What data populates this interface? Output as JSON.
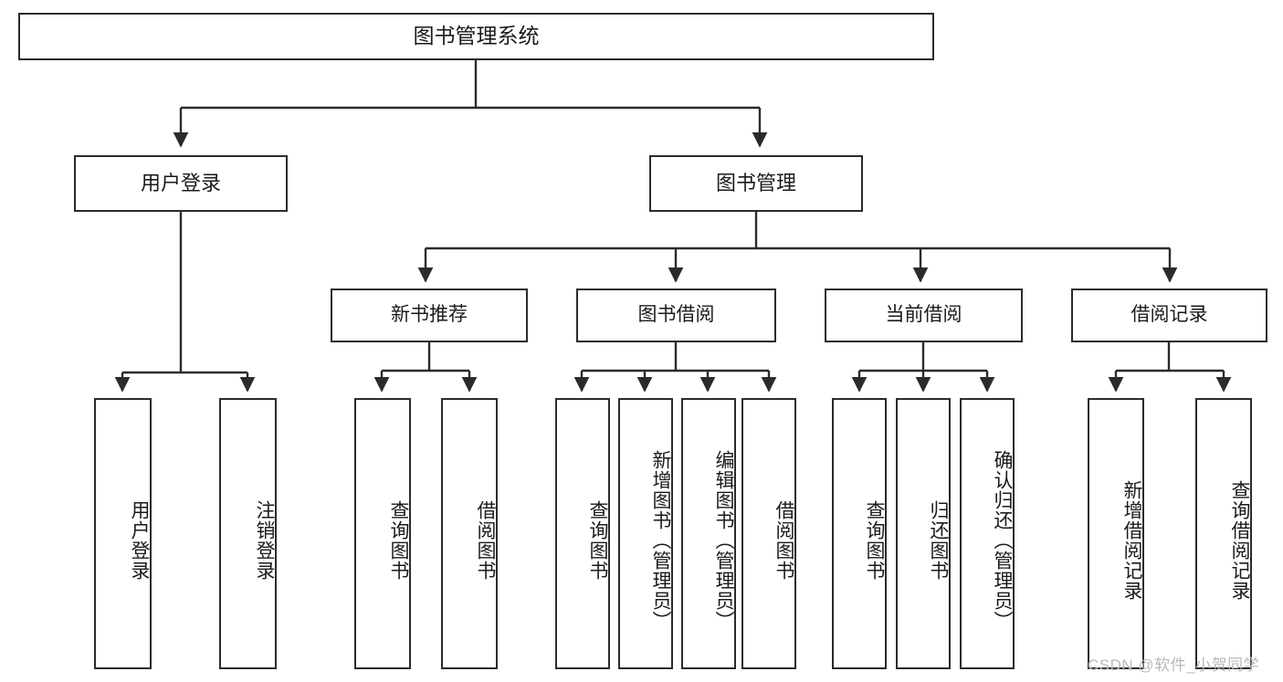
{
  "diagram": {
    "title": "图书管理系统",
    "type": "tree-hierarchy",
    "colors": {
      "box_border": "#2b2b2b",
      "box_fill": "#ffffff",
      "connector": "#2b2b2b",
      "text": "#1a1a1a",
      "watermark": "#b9b9b9"
    },
    "root": {
      "label": "图书管理系统"
    },
    "level2": [
      {
        "label": "用户登录"
      },
      {
        "label": "图书管理"
      }
    ],
    "level3": [
      {
        "label": "新书推荐"
      },
      {
        "label": "图书借阅"
      },
      {
        "label": "当前借阅"
      },
      {
        "label": "借阅记录"
      }
    ],
    "leaves": {
      "user_login": [
        {
          "label": "用户登录"
        },
        {
          "label": "注销登录"
        }
      ],
      "new_book_recommend": [
        {
          "label": "查询图书"
        },
        {
          "label": "借阅图书"
        }
      ],
      "book_borrow": [
        {
          "label": "查询图书"
        },
        {
          "label": "新增图书（管理员）"
        },
        {
          "label": "编辑图书（管理员）"
        },
        {
          "label": "借阅图书"
        }
      ],
      "current_borrow": [
        {
          "label": "查询图书"
        },
        {
          "label": "归还图书"
        },
        {
          "label": "确认归还（管理员）"
        }
      ],
      "borrow_record": [
        {
          "label": "新增借阅记录"
        },
        {
          "label": "查询借阅记录"
        }
      ]
    }
  },
  "watermark": {
    "text": "CSDN @软件_小贺同学"
  }
}
